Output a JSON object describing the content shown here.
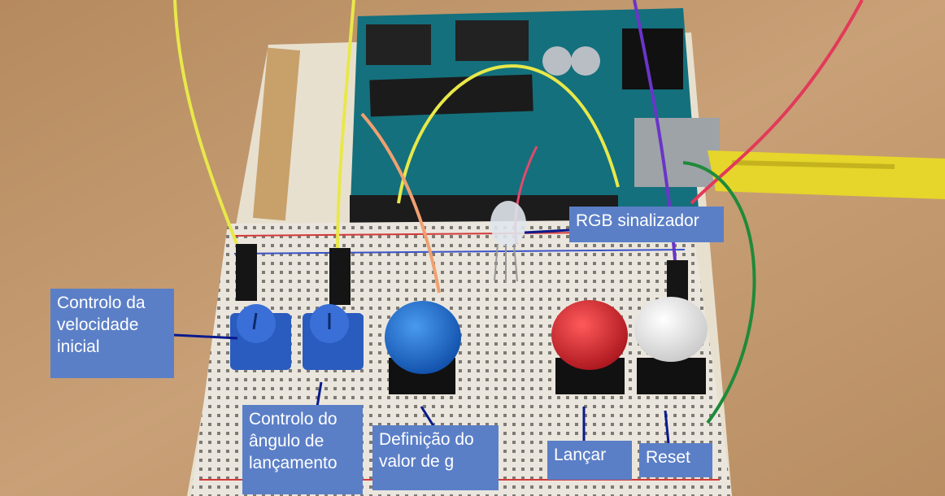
{
  "labels": {
    "velocidade": "Controlo da\nvelocidade\ninicial",
    "angulo": "Controlo do\nângulo de\nlançamento",
    "gravidade": "Definição do\nvalor de g",
    "lancar": "Lançar",
    "reset": "Reset",
    "rgb": "RGB sinalizador"
  },
  "colors": {
    "label_background": "#5b7fc7",
    "label_text": "#ffffff",
    "callout_line": "#0a1a8c",
    "button_blue": "#1f6fd6",
    "button_red": "#d8222c",
    "button_white": "#f2f2f2",
    "potentiometer": "#2a5cbf",
    "arduino_board": "#14707c",
    "breadboard": "#ece8e0"
  }
}
